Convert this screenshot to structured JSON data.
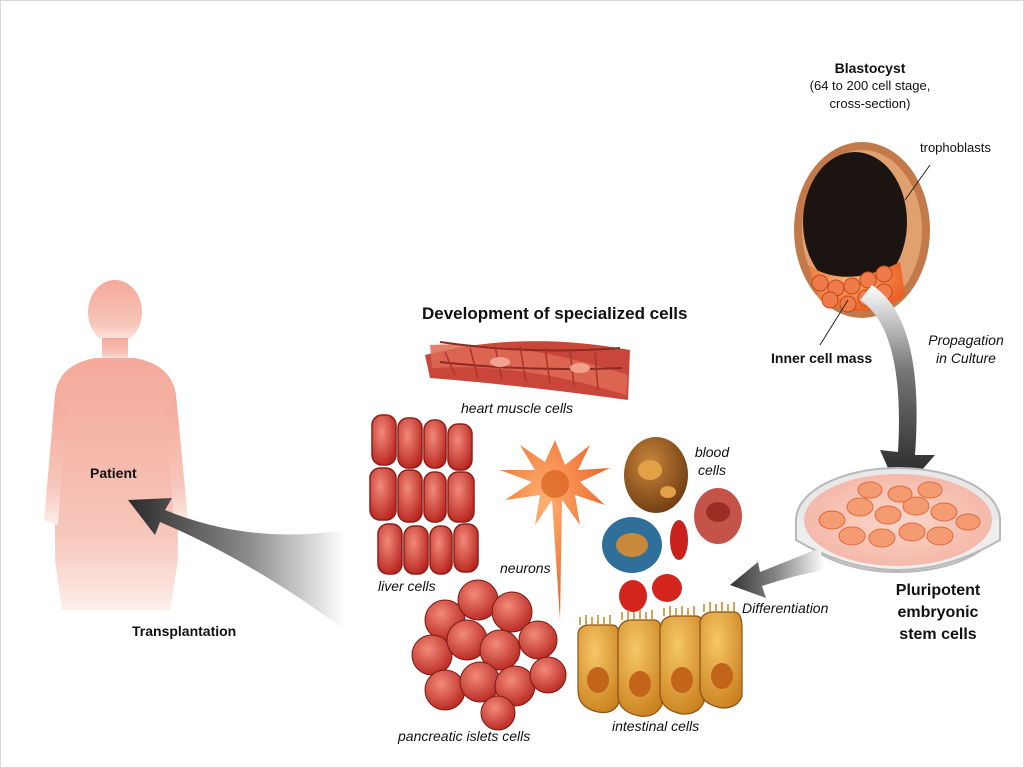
{
  "diagram": {
    "heading": "Development of specialized cells",
    "blastocyst": {
      "title": "Blastocyst",
      "subtitle_line1": "(64 to 200 cell stage,",
      "subtitle_line2": "cross-section)",
      "trophoblasts_label": "trophoblasts",
      "inner_cell_mass_label": "Inner cell mass"
    },
    "propagation_line1": "Propagation",
    "propagation_line2": "in Culture",
    "stem_cells_line1": "Pluripotent",
    "stem_cells_line2": "embryonic",
    "stem_cells_line3": "stem cells",
    "differentiation_label": "Differentiation",
    "transplantation_label": "Transplantation",
    "patient_label": "Patient",
    "cells": {
      "heart": "heart muscle cells",
      "liver": "liver cells",
      "neurons": "neurons",
      "blood_line1": "blood",
      "blood_line2": "cells",
      "pancreatic": "pancreatic islets cells",
      "intestinal": "intestinal cells"
    },
    "colors": {
      "patient": "#f2a89a",
      "cell_red": "#d9433a",
      "neuron": "#f07a3a",
      "intestinal": "#e8a23a",
      "blood_blue": "#2f6f9a",
      "arrow_dark": "#2b2b2b"
    }
  }
}
